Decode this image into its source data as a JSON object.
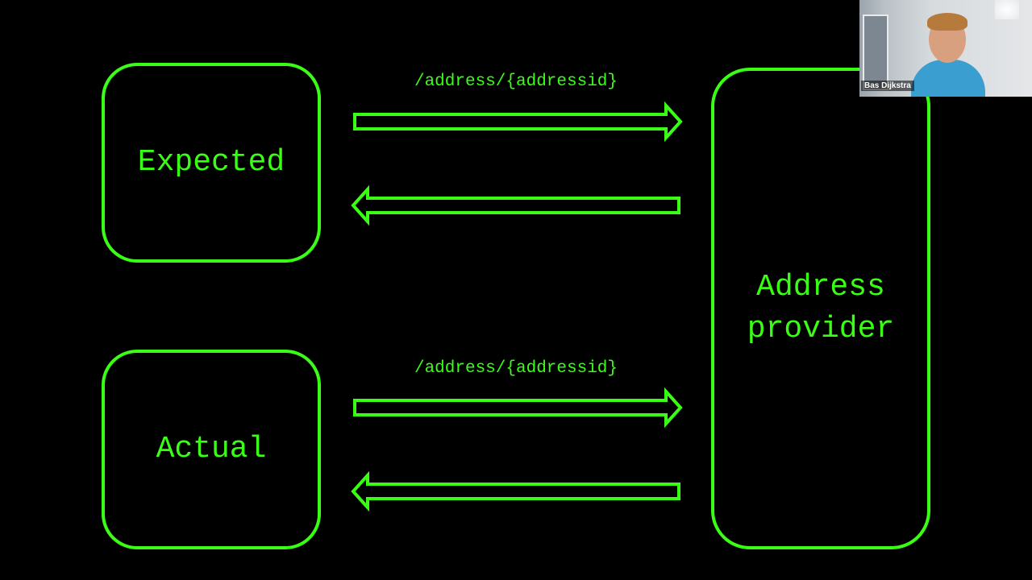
{
  "diagram": {
    "boxes": {
      "expected": "Expected",
      "actual": "Actual",
      "provider": "Address\nprovider"
    },
    "arrow_labels": {
      "top_request": "/address/{addressid}",
      "bottom_request": "/address/{addressid}"
    },
    "colors": {
      "accent": "#39ff14",
      "background": "#000000"
    }
  },
  "webcam": {
    "participant_name": "Bas Dijkstra"
  }
}
